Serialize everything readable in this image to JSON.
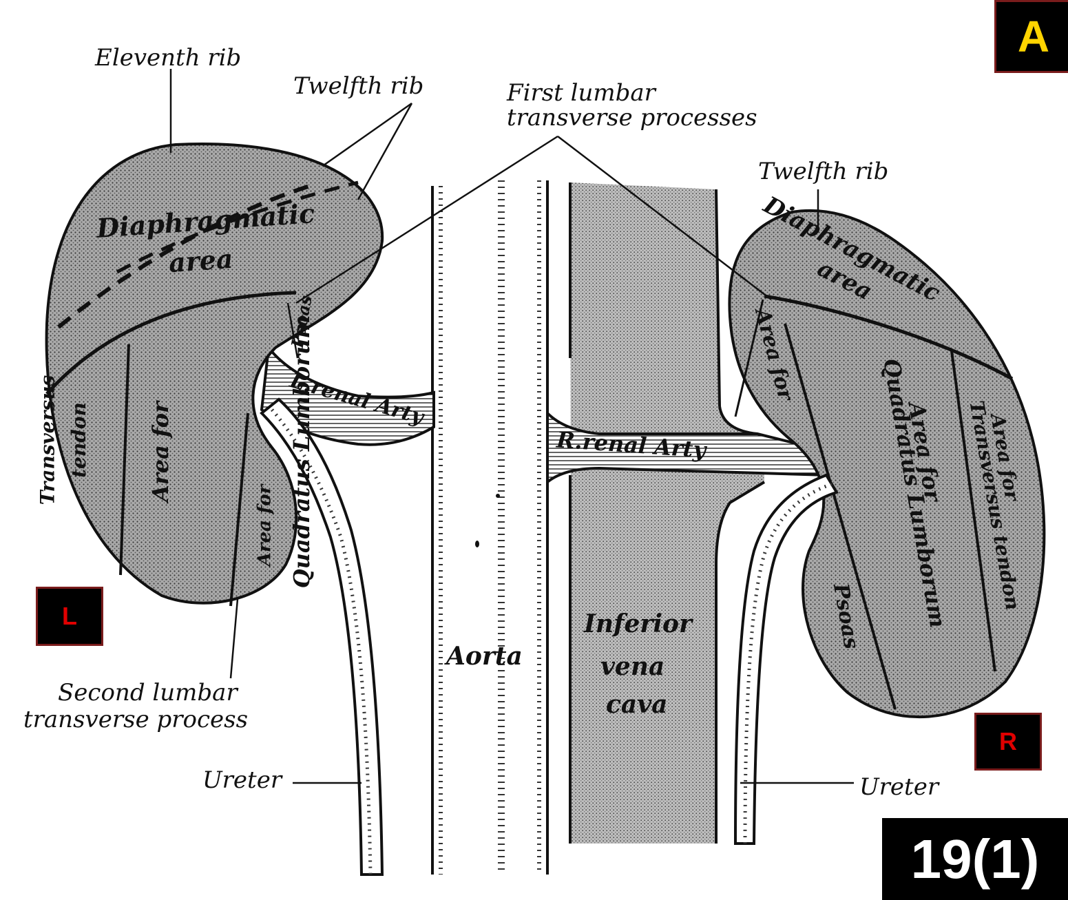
{
  "labels": {
    "eleventh_rib": "Eleventh rib",
    "twelfth_rib_left": "Twelfth rib",
    "first_lumbar_1": "First lumbar",
    "first_lumbar_2": "transverse processes",
    "twelfth_rib_right": "Twelfth rib",
    "second_lumbar_1": "Second lumbar",
    "second_lumbar_2": "transverse process",
    "ureter_left": "Ureter",
    "ureter_right": "Ureter"
  },
  "inner_labels": {
    "diaphragmatic_left_1": "Diaphragmatic",
    "diaphragmatic_left_2": "area",
    "diaphragmatic_right_1": "Diaphragmatic",
    "diaphragmatic_right_2": "area",
    "transversus_left_1": "Transversus",
    "transversus_left_2": "tendon",
    "quadratus_left_1": "Area for",
    "quadratus_left_2": "Quadratus Lumborum",
    "psoas_left_1": "Area for",
    "psoas_left_2": "Psoas",
    "l_renal": "L.renal Arty",
    "r_renal": "R.renal Arty",
    "aorta": "Aorta",
    "ivc_1": "Inferior",
    "ivc_2": "vena",
    "ivc_3": "cava",
    "psoas_right_1": "Area for",
    "psoas_right_2": "Psoas",
    "quadratus_right_1": "Area for",
    "quadratus_right_2": "Quadratus Lumborum",
    "transversus_right_1": "Area for",
    "transversus_right_2": "Transversus tendon"
  },
  "badges": {
    "a": "A",
    "l": "L",
    "r": "R",
    "figure": "19(1)"
  },
  "colors": {
    "badge_bg": "#000000",
    "badge_border": "#7a1c1c",
    "a_text": "#ffd400",
    "lr_text": "#e00000",
    "figure_text": "#ffffff",
    "kidney_fill": "#9c9c9c"
  }
}
